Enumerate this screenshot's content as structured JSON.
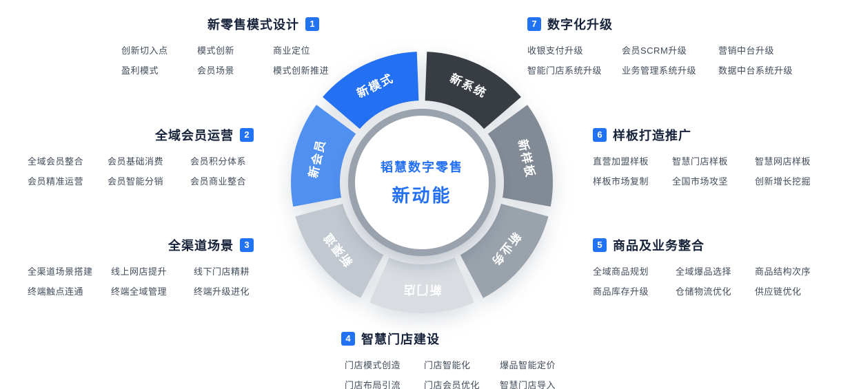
{
  "accent_color": "#2273f3",
  "center": {
    "line1": "韬慧数字零售",
    "line2": "新动能",
    "text_color": "#2470f2"
  },
  "wheel": {
    "ring_color": "#9aa2ad",
    "label_color": "#ffffff",
    "segments": [
      {
        "label": "新系统",
        "color": "#383d44"
      },
      {
        "label": "新样板",
        "color": "#828a95"
      },
      {
        "label": "新业务",
        "color": "#9aa2ac"
      },
      {
        "label": "新门店",
        "color": "#d9dde2"
      },
      {
        "label": "新渠道",
        "color": "#c2c8cf"
      },
      {
        "label": "新会员",
        "color": "#5090f1"
      },
      {
        "label": "新模式",
        "color": "#2470f2"
      }
    ]
  },
  "sections": [
    {
      "num": "1",
      "title": "新零售模式设计",
      "items": [
        [
          "创新切入点",
          "模式创新",
          "商业定位"
        ],
        [
          "盈利模式",
          "会员场景",
          "模式创新推进"
        ]
      ]
    },
    {
      "num": "2",
      "title": "全域会员运营",
      "items": [
        [
          "全域会员整合",
          "会员基础消费",
          "会员积分体系"
        ],
        [
          "会员精准运营",
          "会员智能分销",
          "会员商业整合"
        ]
      ]
    },
    {
      "num": "3",
      "title": "全渠道场景",
      "items": [
        [
          "全渠道场景搭建",
          "线上网店提升",
          "线下门店精耕"
        ],
        [
          "终端触点连通",
          "终端全域管理",
          "终端升级进化"
        ]
      ]
    },
    {
      "num": "4",
      "title": "智慧门店建设",
      "items": [
        [
          "门店模式创造",
          "门店智能化",
          "爆品智能定价"
        ],
        [
          "门店布局引流",
          "门店会员优化",
          "智慧门店导入"
        ]
      ]
    },
    {
      "num": "5",
      "title": "商品及业务整合",
      "items": [
        [
          "全域商品规划",
          "全域爆品选择",
          "商品结构次序"
        ],
        [
          "商品库存升级",
          "仓储物流优化",
          "供应链优化"
        ]
      ]
    },
    {
      "num": "6",
      "title": "样板打造推广",
      "items": [
        [
          "直营加盟样板",
          "智慧门店样板",
          "智慧网店样板"
        ],
        [
          "样板市场复制",
          "全国市场攻坚",
          "创新增长挖掘"
        ]
      ]
    },
    {
      "num": "7",
      "title": "数字化升级",
      "items": [
        [
          "收银支付升级",
          "会员SCRM升级",
          "营销中台升级"
        ],
        [
          "智能门店系统升级",
          "业务管理系统升级",
          "数据中台系统升级"
        ]
      ]
    }
  ]
}
